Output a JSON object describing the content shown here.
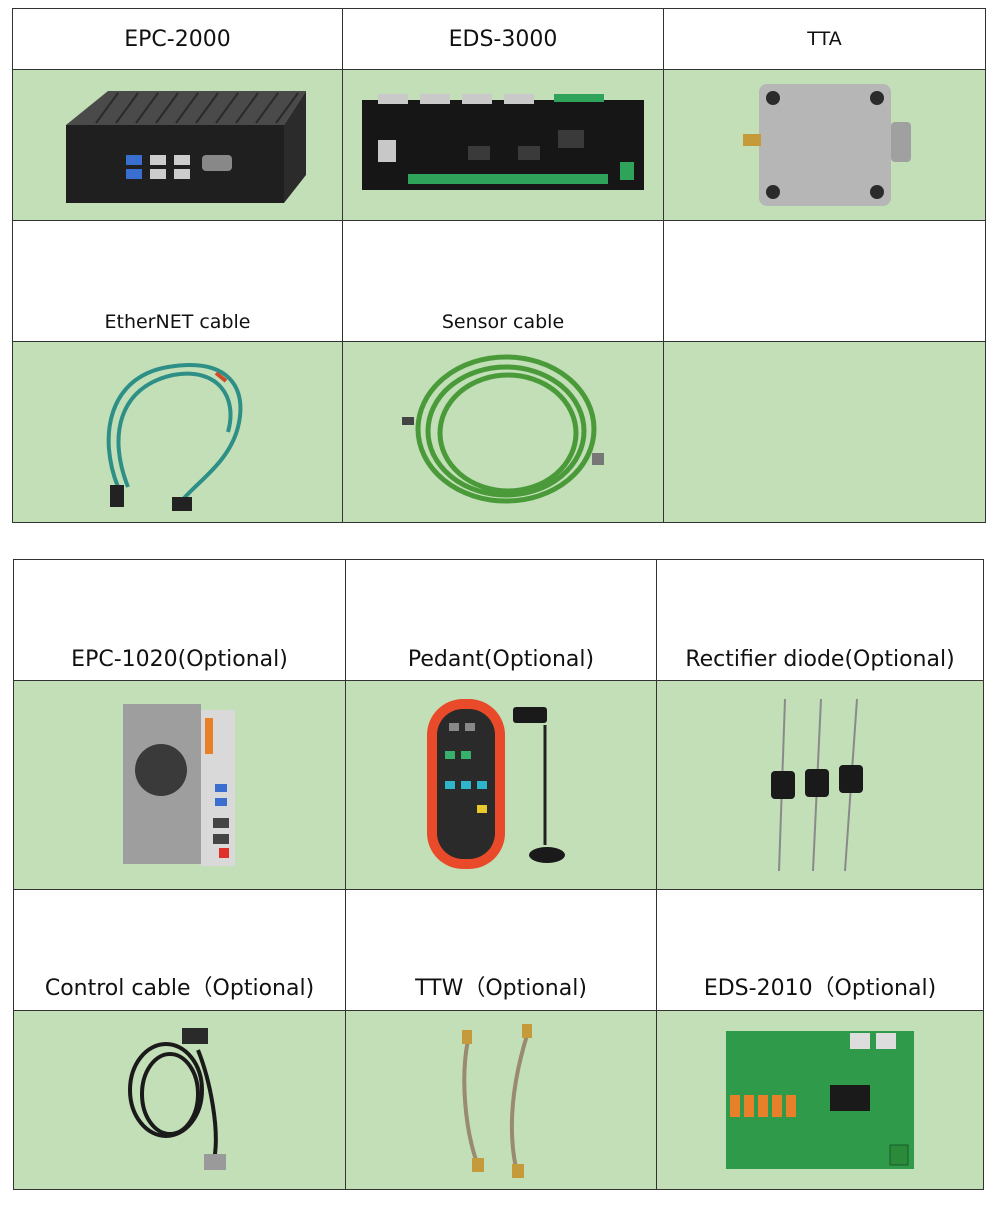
{
  "products_table_1": {
    "row1_labels": [
      "EPC-2000",
      "EDS-3000",
      "TTA"
    ],
    "row2_labels": [
      "EtherNET cable",
      "Sensor cable",
      ""
    ]
  },
  "products_table_2": {
    "row1_labels": [
      "EPC-1020(Optional)",
      "Pedant(Optional)",
      "Rectifier diode(Optional)"
    ],
    "row2_labels": [
      "Control cable（Optional)",
      "TTW（Optional)",
      "EDS-2010（Optional)"
    ]
  },
  "colors": {
    "image_cell_bg": "#c2dfb7",
    "border": "#333333"
  }
}
